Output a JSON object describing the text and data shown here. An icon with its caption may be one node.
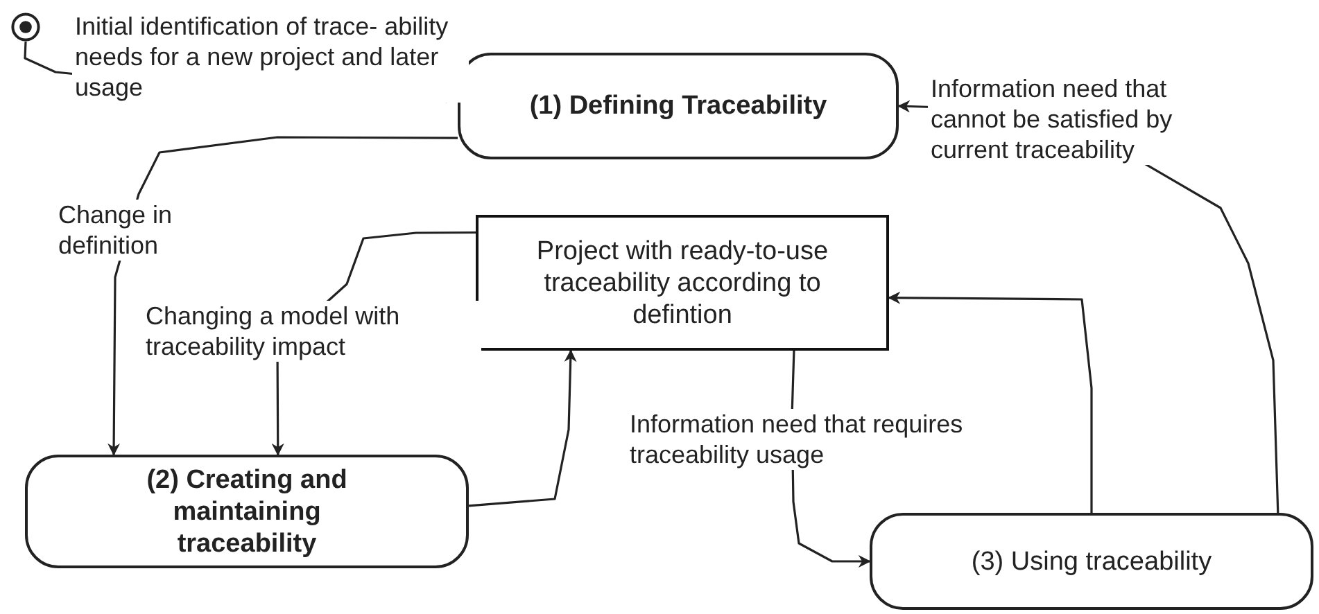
{
  "diagram": {
    "nodes": [
      {
        "text": [],
        "shape": "circle"
      },
      {
        "text": [
          "(1) Defining Traceability"
        ]
      },
      {
        "text": [
          "Project with ready-to-use traceability according to defintion"
        ]
      },
      {
        "text": [
          "(2) Creating and maintaining traceability"
        ]
      },
      {
        "text": [
          "(3) Using traceability"
        ]
      }
    ],
    "edges": [
      {
        "from": 0,
        "to": 1,
        "arrow": "to",
        "label": "Initial identification of trace- ability needs for a new project and later usage"
      },
      {
        "from": 1,
        "to": 3,
        "arrow": "to",
        "label": "Change in definition"
      },
      {
        "from": 2,
        "to": 3,
        "arrow": "to",
        "label": "Changing a model with traceability impact"
      },
      {
        "from": 3,
        "to": 2,
        "arrow": "to"
      },
      {
        "from": 2,
        "to": 4,
        "arrow": "to",
        "label": "Information need that requires traceability usage"
      },
      {
        "from": 4,
        "to": 2,
        "arrow": "to"
      },
      {
        "from": 4,
        "to": 1,
        "arrow": "to",
        "label": "Information need that cannot be satisfied by current traceability"
      }
    ]
  }
}
